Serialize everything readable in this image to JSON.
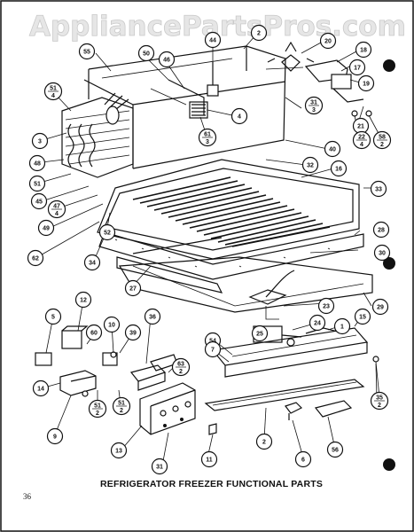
{
  "watermark": "AppliancePartsPros.com",
  "caption": "REFRIGERATOR FREEZER FUNCTIONAL PARTS",
  "page_number": "36",
  "callouts": {
    "c55": "55",
    "c44": "44",
    "c2": "2",
    "c20": "20",
    "c18": "18",
    "c17": "17",
    "c19": "19",
    "c50": "50",
    "c46": "46",
    "c51a": "51\n4",
    "c61": "61\n3",
    "c4": "4",
    "c31": "31\n3",
    "c3": "3",
    "c21": "21",
    "c22": "22\n4",
    "c58": "58\n2",
    "c40": "40",
    "c48": "48",
    "c32": "32",
    "c16": "16",
    "c51b": "51",
    "c45": "45",
    "c47": "47\n4",
    "c33": "33",
    "c49": "49",
    "c52": "52",
    "c28": "28",
    "c62": "62",
    "c34": "34",
    "c30": "30",
    "c27": "27",
    "c29": "29",
    "c12": "12",
    "c5": "5",
    "c10": "10",
    "c36": "36",
    "c23": "23",
    "c60": "60",
    "c39": "39",
    "c24": "24",
    "c1": "1",
    "c15": "15",
    "c25": "25",
    "c54": "54",
    "c7": "7",
    "c63": "63\n2",
    "c14": "14",
    "c51c": "51\n2",
    "c51d": "51\n2",
    "c35": "35\n2",
    "c9": "9",
    "c13": "13",
    "c6": "6",
    "c56": "56",
    "c2b": "2",
    "c31b": "31",
    "c11": "11"
  }
}
